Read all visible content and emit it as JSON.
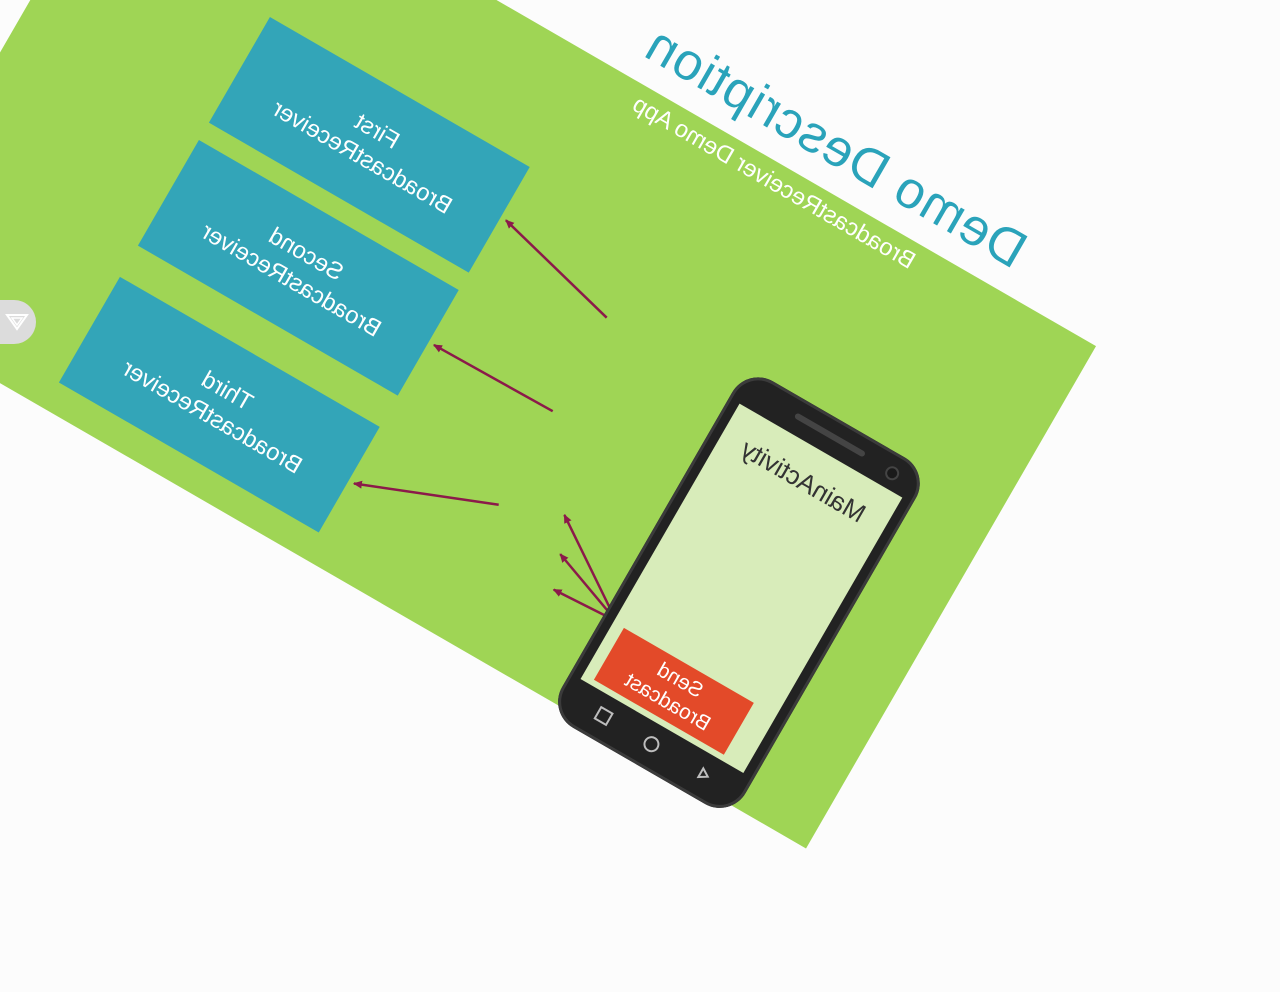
{
  "slide": {
    "title": "Demo Description",
    "subtitle": "BroadcastReceiver Demo App"
  },
  "receivers": [
    {
      "line1": "First",
      "line2": "BroadcastReceiver"
    },
    {
      "line1": "Second",
      "line2": "BroadcastReceiver"
    },
    {
      "line1": "Third",
      "line2": "BroadcastReceiver"
    }
  ],
  "phone": {
    "activity_label": "MainActivity",
    "send_button": {
      "line1": "Send",
      "line2": "Broadcast"
    }
  },
  "colors": {
    "background": "#9fd555",
    "receiver_box": "#33a5b8",
    "title": "#2aa3ba",
    "send_button": "#e34a29",
    "arrow": "#8b1a4a",
    "screen": "#d8ecba"
  },
  "icons": [
    "back-icon",
    "home-icon",
    "recent-apps-icon",
    "watermark-logo-icon"
  ]
}
